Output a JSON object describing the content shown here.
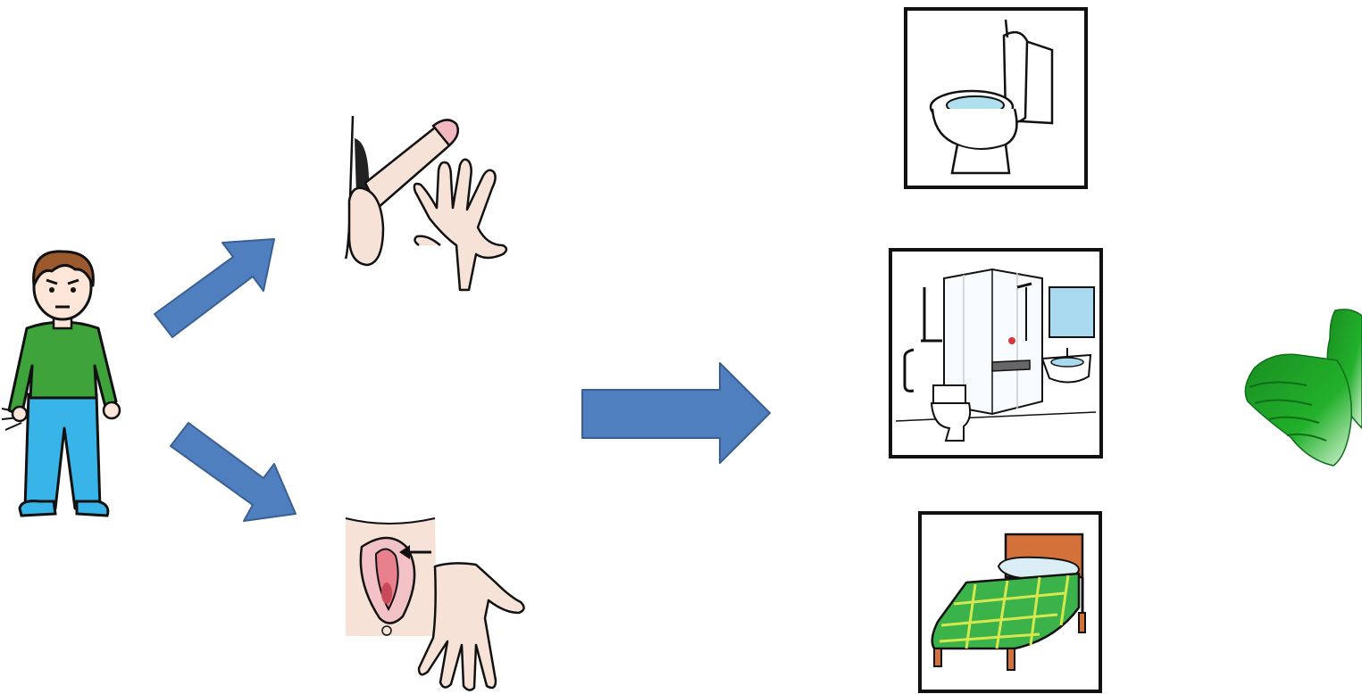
{
  "colors": {
    "arrow_fill": "#4f7fbe",
    "arrow_stroke": "#3a5f92",
    "frame_border": "#111111",
    "thumb_green": "#1fa52a",
    "shirt_green": "#3da33a",
    "pants_blue": "#38b4e8",
    "skin": "#f6e2d6",
    "bed_green": "#3bb34a",
    "bed_headboard": "#d4703a"
  },
  "pictograms": [
    {
      "id": "boy-touching",
      "icon": "boy-icon"
    },
    {
      "id": "male-touching",
      "icon": "male-genitals-hand-icon"
    },
    {
      "id": "female-touching",
      "icon": "female-genitals-hand-icon"
    },
    {
      "id": "toilet",
      "icon": "toilet-icon"
    },
    {
      "id": "bathroom",
      "icon": "bathroom-icon"
    },
    {
      "id": "bed",
      "icon": "bed-icon"
    },
    {
      "id": "approval",
      "icon": "thumbs-up-icon"
    }
  ],
  "arrows": [
    {
      "id": "arrow-up-right",
      "direction": "up-right"
    },
    {
      "id": "arrow-down-right",
      "direction": "down-right"
    },
    {
      "id": "arrow-right",
      "direction": "right"
    }
  ]
}
